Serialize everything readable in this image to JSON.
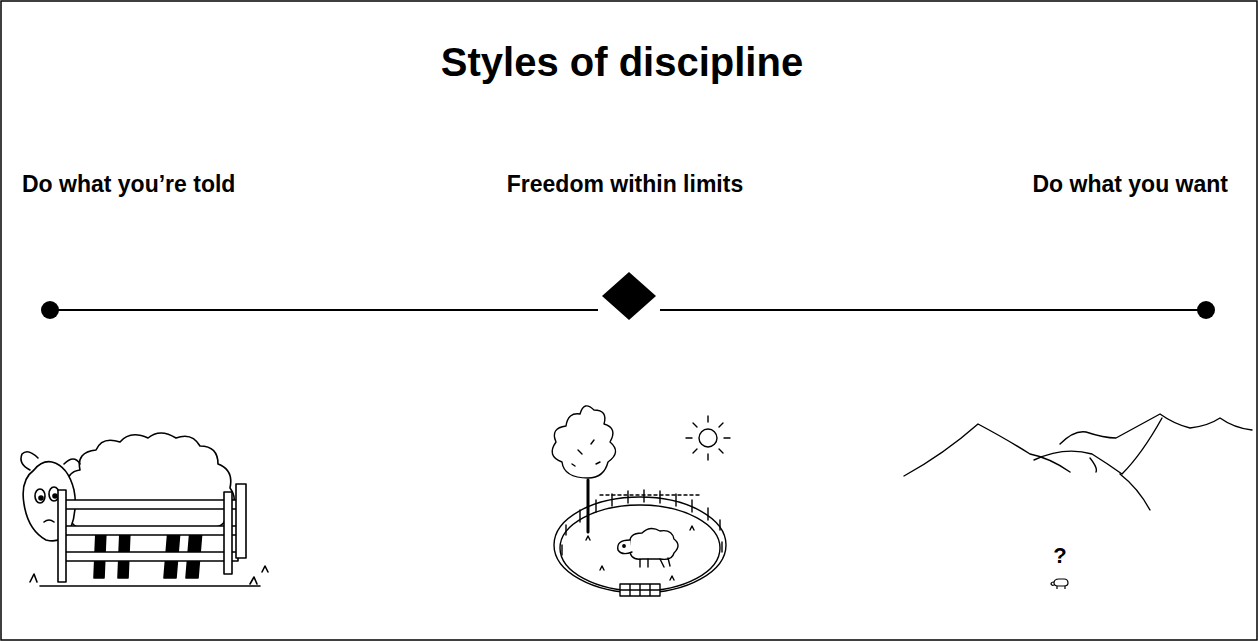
{
  "diagram": {
    "title": "Styles of discipline",
    "labels": [
      "Do what you’re told",
      "Freedom within limits",
      "Do what you want",
      "?"
    ]
  }
}
